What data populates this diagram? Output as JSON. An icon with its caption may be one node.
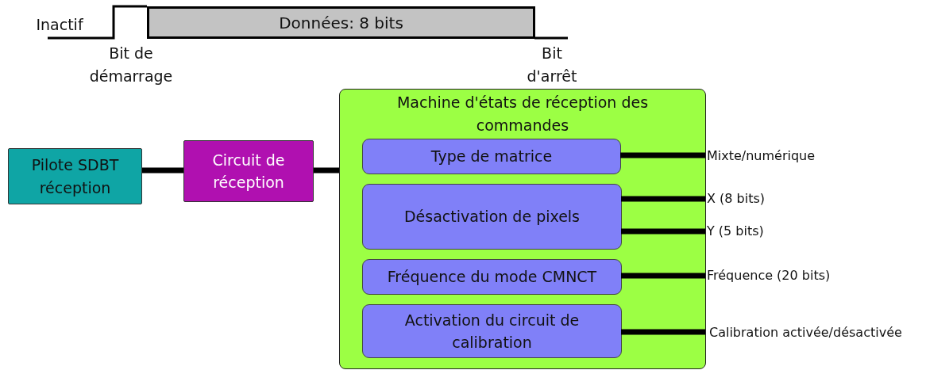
{
  "diagram": {
    "nodes": [
      {
        "text": [
          "Données: 8 bits"
        ]
      },
      {
        "text": [
          "Pilote SDBT réception"
        ]
      },
      {
        "text": [
          "Circuit de réception"
        ]
      },
      {
        "text": [
          "Machine d'états de réception des commandes"
        ]
      },
      {
        "text": [
          "Type de matrice"
        ],
        "in": 3
      },
      {
        "text": [
          "Désactivation de pixels"
        ],
        "in": 3
      },
      {
        "text": [
          "Fréquence du mode CMNCT"
        ],
        "in": 3
      },
      {
        "text": [
          "Activation du circuit de calibration"
        ],
        "in": 3
      },
      {
        "text": [
          "Mixte/numérique"
        ]
      },
      {
        "text": [
          "X (8 bits)"
        ]
      },
      {
        "text": [
          "Y (5 bits)"
        ]
      },
      {
        "text": [
          "Fréquence (20 bits)"
        ]
      },
      {
        "text": [
          "Calibration activée/désactivée"
        ]
      }
    ],
    "edges": [
      {
        "from": 1,
        "to": 2,
        "arrow": "none"
      },
      {
        "from": 2,
        "to": 3,
        "arrow": "none"
      },
      {
        "from": 4,
        "to": 8,
        "arrow": "none"
      },
      {
        "from": 5,
        "to": 9,
        "arrow": "none"
      },
      {
        "from": 5,
        "to": 10,
        "arrow": "none"
      },
      {
        "from": 6,
        "to": 11,
        "arrow": "none"
      },
      {
        "from": 7,
        "to": 12,
        "arrow": "none"
      }
    ],
    "labels": [
      "Inactif",
      "Bit de démarrage",
      "Bit d'arrêt"
    ]
  }
}
